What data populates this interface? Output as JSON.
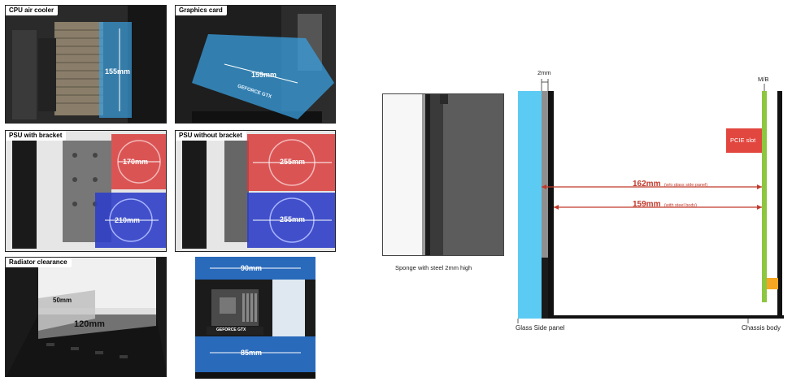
{
  "panels": {
    "cpu": {
      "title": "CPU air cooler",
      "dim": "155mm"
    },
    "gpu": {
      "title": "Graphics card",
      "dim": "159mm",
      "card_text": "GEFORCE GTX"
    },
    "psu_bracket": {
      "title": "PSU with bracket",
      "dim_top": "170mm",
      "dim_bottom": "210mm"
    },
    "psu_nobracket": {
      "title": "PSU without bracket",
      "dim_top": "255mm",
      "dim_bottom": "255mm"
    },
    "radiator": {
      "title": "Radiator clearance",
      "dim_a": "50mm",
      "dim_b": "120mm"
    },
    "fans": {
      "dim_top": "90mm",
      "dim_bottom": "85mm",
      "card_text": "GEFORCE GTX"
    }
  },
  "sponge": {
    "caption": "Sponge with steel 2mm high"
  },
  "clearance": {
    "gap_label": "2mm",
    "mb_label": "M/B",
    "pcie_label": "PCIE slot",
    "dim1_value": "162mm",
    "dim1_note": "(w/o glass side panel)",
    "dim2_value": "159mm",
    "dim2_note": "(with steel body)",
    "glass_label": "Glass Side panel",
    "chassis_label": "Chassis body"
  },
  "colors": {
    "blue_overlay": "#3aa0e0",
    "red_overlay": "#d83a3a",
    "glass_blue": "#5ccbf3",
    "mb_green": "#8dc63f",
    "pcie_red": "#e2473f",
    "dim_red": "#c0392b",
    "slot_orange": "#f5a623"
  }
}
